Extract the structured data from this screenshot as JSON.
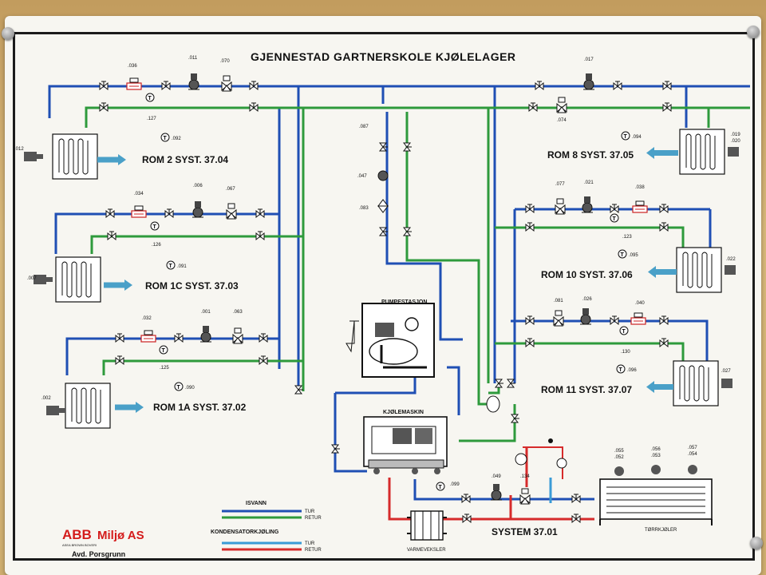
{
  "title": "GJENNESTAD GARTNERSKOLE KJØLELAGER",
  "colors": {
    "isvann": "#1f4fb4",
    "green": "#2e9a3c",
    "red": "#d62b2b",
    "cyan": "#3a9bd6",
    "brand": "#d41b1b"
  },
  "rooms": {
    "rom2": "ROM 2  SYST. 37.04",
    "rom1c": "ROM 1C  SYST. 37.03",
    "rom1a": "ROM 1A  SYST. 37.02",
    "rom8": "ROM 8  SYST. 37.05",
    "rom10": "ROM 10  SYST. 37.06",
    "rom11": "ROM 11  SYST. 37.07"
  },
  "units": {
    "pumpestasjon": "PUMPESTASJON",
    "kjolemaskin": "KJØLEMASKIN",
    "varmeveksler": "VARMEVEKSLER",
    "torrkjoler": "TØRRKJØLER",
    "system": "SYSTEM 37.01"
  },
  "tags": {
    "t012": ".012",
    "t036": ".036",
    "t011": ".011",
    "t070": ".070",
    "t127": ".127",
    "t092": ".092",
    "t034": ".034",
    "t006": ".006",
    "t067": ".067",
    "t126": ".126",
    "t091": ".091",
    "t007": ".007",
    "t032": ".032",
    "t001": ".001",
    "t063": ".063",
    "t125": ".125",
    "t090": ".090",
    "t002": ".002",
    "t087": ".087",
    "t047": ".047",
    "t083": ".083",
    "t017": ".017",
    "t074": ".074",
    "t094": ".094",
    "t019": ".019",
    "t020": ".020",
    "t077": ".077",
    "t021": ".021",
    "t038": ".038",
    "t123": ".123",
    "t095": ".095",
    "t022": ".022",
    "t081": ".081",
    "t026": ".026",
    "t040": ".040",
    "t130": ".130",
    "t096": ".096",
    "t027": ".027",
    "t099": ".099",
    "t049": ".049",
    "t134": ".134",
    "t055": ".055",
    "t052": ".052",
    "t056": ".056",
    "t053": ".053",
    "t057": ".057",
    "t054": ".054"
  },
  "legend": {
    "isvann": "ISVANN",
    "tur": "TUR",
    "retur": "RETUR",
    "kondensator": "KONDENSATORKJØLING",
    "tur2": "TUR",
    "retur2": "RETUR"
  },
  "brand": {
    "abb": "ABB",
    "miljo": "Miljø AS",
    "asea": "ASEA BROWN BOVERI",
    "dept": "Avd. Porsgrunn"
  }
}
